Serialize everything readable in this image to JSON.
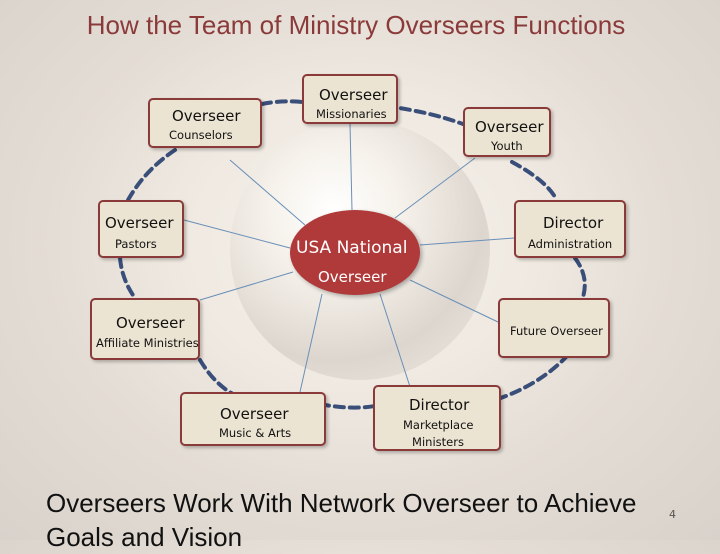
{
  "title": "How the Team of Ministry Overseers Functions",
  "center": {
    "main": "USA National",
    "sub": "Overseer"
  },
  "nodes": [
    {
      "main": "Overseer",
      "sub": "Missionaries"
    },
    {
      "main": "Overseer",
      "sub": "Youth"
    },
    {
      "main": "Director",
      "sub": "Administration"
    },
    {
      "main": "",
      "sub": "Future Overseer"
    },
    {
      "main": "Director",
      "sub": "Marketplace Ministers"
    },
    {
      "main": "Overseer",
      "sub": "Music & Arts"
    },
    {
      "main": "Overseer",
      "sub": "Affiliate Ministries"
    },
    {
      "main": "Overseer",
      "sub": "Pastors"
    },
    {
      "main": "Overseer",
      "sub": "Counselors"
    }
  ],
  "footer": "Overseers Work With Network Overseer to Achieve Goals and Vision",
  "page_number": "4",
  "colors": {
    "accent": "#8b3a3a",
    "center_fill": "#b03a3a",
    "box_fill": "#ece4d2",
    "ring": "#3a4e7a"
  }
}
